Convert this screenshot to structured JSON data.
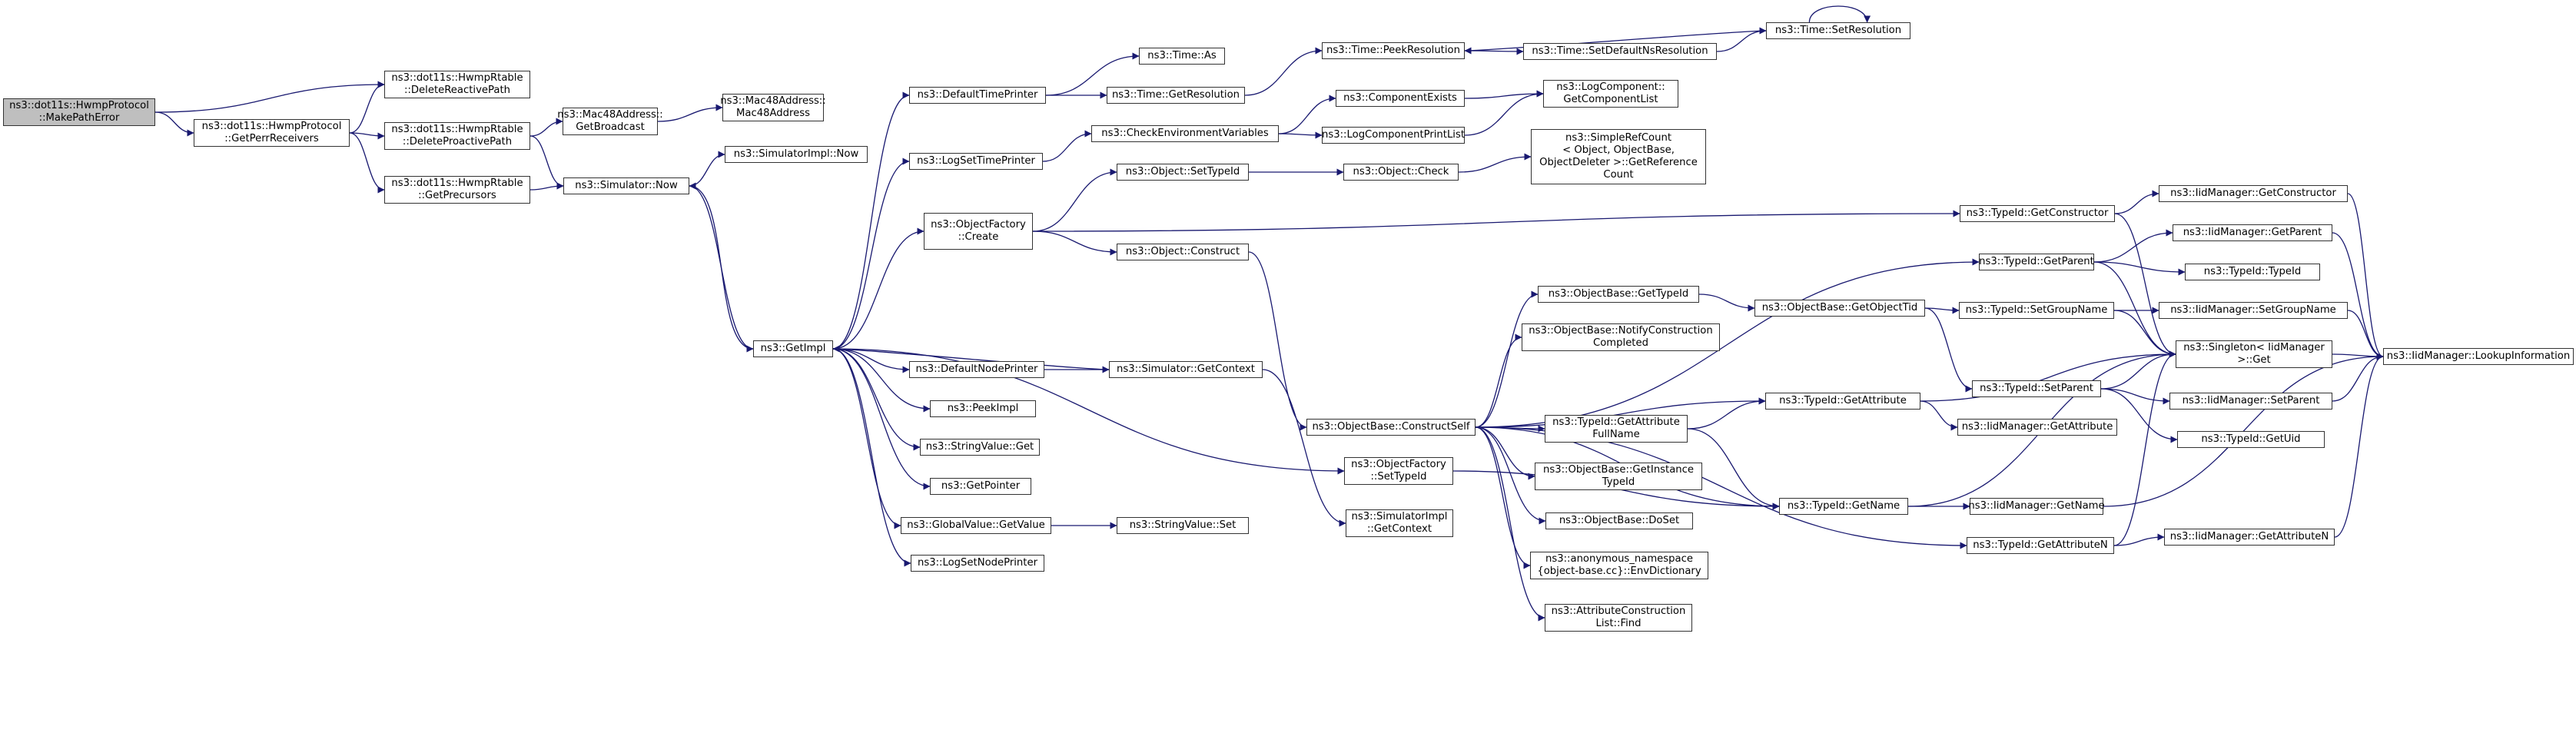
{
  "graph": {
    "title": "",
    "colors": {
      "edge": "#191970",
      "node_border": "#333333",
      "root_fill": "#bfbfbf",
      "node_fill": "#ffffff"
    },
    "nodes": [
      {
        "id": "root",
        "label": "ns3::dot11s::HwmpProtocol\n::MakePathError",
        "root": true
      },
      {
        "id": "delReactive",
        "label": "ns3::dot11s::HwmpRtable\n::DeleteReactivePath"
      },
      {
        "id": "getPerr",
        "label": "ns3::dot11s::HwmpProtocol\n::GetPerrReceivers"
      },
      {
        "id": "delProactive",
        "label": "ns3::dot11s::HwmpRtable\n::DeleteProactivePath"
      },
      {
        "id": "getPrecursors",
        "label": "ns3::dot11s::HwmpRtable\n::GetPrecursors"
      },
      {
        "id": "getBroadcast",
        "label": "ns3::Mac48Address::\nGetBroadcast"
      },
      {
        "id": "mac48ctor",
        "label": "ns3::Mac48Address::\nMac48Address"
      },
      {
        "id": "simNow",
        "label": "ns3::Simulator::Now"
      },
      {
        "id": "simImplNow",
        "label": "ns3::SimulatorImpl::Now"
      },
      {
        "id": "getImpl",
        "label": "ns3::GetImpl"
      },
      {
        "id": "defTimePrinter",
        "label": "ns3::DefaultTimePrinter"
      },
      {
        "id": "timeAs",
        "label": "ns3::Time::As"
      },
      {
        "id": "timeGetRes",
        "label": "ns3::Time::GetResolution"
      },
      {
        "id": "peekRes",
        "label": "ns3::Time::PeekResolution"
      },
      {
        "id": "setDefNsRes",
        "label": "ns3::Time::SetDefaultNsResolution"
      },
      {
        "id": "setRes",
        "label": "ns3::Time::SetResolution"
      },
      {
        "id": "logSetTimePrinter",
        "label": "ns3::LogSetTimePrinter"
      },
      {
        "id": "checkEnv",
        "label": "ns3::CheckEnvironmentVariables"
      },
      {
        "id": "compExists",
        "label": "ns3::ComponentExists"
      },
      {
        "id": "logCompPrintList",
        "label": "ns3::LogComponentPrintList"
      },
      {
        "id": "getCompList",
        "label": "ns3::LogComponent::\nGetComponentList"
      },
      {
        "id": "objSetTypeId",
        "label": "ns3::Object::SetTypeId"
      },
      {
        "id": "objCheck",
        "label": "ns3::Object::Check"
      },
      {
        "id": "simpleRef",
        "label": "ns3::SimpleRefCount\n< Object, ObjectBase,\nObjectDeleter >::GetReference\nCount"
      },
      {
        "id": "objFactoryCreate",
        "label": "ns3::ObjectFactory\n::Create"
      },
      {
        "id": "objConstruct",
        "label": "ns3::Object::Construct"
      },
      {
        "id": "defNodePrinter",
        "label": "ns3::DefaultNodePrinter"
      },
      {
        "id": "simGetContext",
        "label": "ns3::Simulator::GetContext"
      },
      {
        "id": "peekImpl",
        "label": "ns3::PeekImpl"
      },
      {
        "id": "stringValueGet",
        "label": "ns3::StringValue::Get"
      },
      {
        "id": "getPointer",
        "label": "ns3::GetPointer"
      },
      {
        "id": "globalValueGet",
        "label": "ns3::GlobalValue::GetValue"
      },
      {
        "id": "stringValueSet",
        "label": "ns3::StringValue::Set"
      },
      {
        "id": "logSetNodePrinter",
        "label": "ns3::LogSetNodePrinter"
      },
      {
        "id": "objFactorySetTypeId",
        "label": "ns3::ObjectFactory\n::SetTypeId"
      },
      {
        "id": "simImplGetContext",
        "label": "ns3::SimulatorImpl\n::GetContext"
      },
      {
        "id": "constructSelf",
        "label": "ns3::ObjectBase::ConstructSelf"
      },
      {
        "id": "objBaseGetTypeId",
        "label": "ns3::ObjectBase::GetTypeId"
      },
      {
        "id": "notifyConstruction",
        "label": "ns3::ObjectBase::NotifyConstruction\nCompleted"
      },
      {
        "id": "getObjectTid",
        "label": "ns3::ObjectBase::GetObjectTid"
      },
      {
        "id": "getAttrFullName",
        "label": "ns3::TypeId::GetAttribute\nFullName"
      },
      {
        "id": "getInstanceTypeId",
        "label": "ns3::ObjectBase::GetInstance\nTypeId"
      },
      {
        "id": "doSet",
        "label": "ns3::ObjectBase::DoSet"
      },
      {
        "id": "envDictionary",
        "label": "ns3::anonymous_namespace\n{object-base.cc}::EnvDictionary"
      },
      {
        "id": "attrConstrFind",
        "label": "ns3::AttributeConstruction\nList::Find"
      },
      {
        "id": "typeIdGetConstructor",
        "label": "ns3::TypeId::GetConstructor"
      },
      {
        "id": "iidGetConstructor",
        "label": "ns3::IidManager::GetConstructor"
      },
      {
        "id": "typeIdGetParent",
        "label": "ns3::TypeId::GetParent"
      },
      {
        "id": "iidGetParent",
        "label": "ns3::IidManager::GetParent"
      },
      {
        "id": "typeIdCtor",
        "label": "ns3::TypeId::TypeId"
      },
      {
        "id": "typeIdSetGroupName",
        "label": "ns3::TypeId::SetGroupName"
      },
      {
        "id": "iidSetGroupName",
        "label": "ns3::IidManager::SetGroupName"
      },
      {
        "id": "singletonGet",
        "label": "ns3::Singleton< IidManager\n>::Get"
      },
      {
        "id": "typeIdSetParent",
        "label": "ns3::TypeId::SetParent"
      },
      {
        "id": "iidSetParent",
        "label": "ns3::IidManager::SetParent"
      },
      {
        "id": "typeIdGetUid",
        "label": "ns3::TypeId::GetUid"
      },
      {
        "id": "typeIdGetAttribute",
        "label": "ns3::TypeId::GetAttribute"
      },
      {
        "id": "iidGetAttribute",
        "label": "ns3::IidManager::GetAttribute"
      },
      {
        "id": "typeIdGetName",
        "label": "ns3::TypeId::GetName"
      },
      {
        "id": "iidGetName",
        "label": "ns3::IidManager::GetName"
      },
      {
        "id": "typeIdGetAttributeN",
        "label": "ns3::TypeId::GetAttributeN"
      },
      {
        "id": "iidGetAttributeN",
        "label": "ns3::IidManager::GetAttributeN"
      },
      {
        "id": "lookupInfo",
        "label": "ns3::IidManager::LookupInformation"
      }
    ],
    "edges": [
      [
        "root",
        "delReactive"
      ],
      [
        "root",
        "getPerr"
      ],
      [
        "getPerr",
        "delReactive"
      ],
      [
        "getPerr",
        "delProactive"
      ],
      [
        "getPerr",
        "getPrecursors"
      ],
      [
        "delProactive",
        "getBroadcast"
      ],
      [
        "delProactive",
        "simNow"
      ],
      [
        "getPrecursors",
        "simNow"
      ],
      [
        "getBroadcast",
        "mac48ctor"
      ],
      [
        "simNow",
        "simImplNow"
      ],
      [
        "simNow",
        "getImpl"
      ],
      [
        "getImpl",
        "defTimePrinter"
      ],
      [
        "getImpl",
        "simNow"
      ],
      [
        "getImpl",
        "logSetTimePrinter"
      ],
      [
        "getImpl",
        "objFactoryCreate"
      ],
      [
        "getImpl",
        "objFactorySetTypeId"
      ],
      [
        "getImpl",
        "defNodePrinter"
      ],
      [
        "getImpl",
        "peekImpl"
      ],
      [
        "getImpl",
        "stringValueGet"
      ],
      [
        "getImpl",
        "getPointer"
      ],
      [
        "getImpl",
        "globalValueGet"
      ],
      [
        "getImpl",
        "logSetNodePrinter"
      ],
      [
        "defTimePrinter",
        "timeAs"
      ],
      [
        "defTimePrinter",
        "timeGetRes"
      ],
      [
        "timeGetRes",
        "peekRes"
      ],
      [
        "peekRes",
        "setDefNsRes"
      ],
      [
        "setDefNsRes",
        "setRes"
      ],
      [
        "setRes",
        "peekRes"
      ],
      [
        "setRes",
        "setRes"
      ],
      [
        "logSetTimePrinter",
        "checkEnv"
      ],
      [
        "checkEnv",
        "compExists"
      ],
      [
        "checkEnv",
        "logCompPrintList"
      ],
      [
        "compExists",
        "getCompList"
      ],
      [
        "logCompPrintList",
        "getCompList"
      ],
      [
        "objFactoryCreate",
        "objSetTypeId"
      ],
      [
        "objFactoryCreate",
        "typeIdGetConstructor"
      ],
      [
        "objFactoryCreate",
        "objConstruct"
      ],
      [
        "objSetTypeId",
        "objCheck"
      ],
      [
        "objCheck",
        "simpleRef"
      ],
      [
        "objConstruct",
        "constructSelf"
      ],
      [
        "defNodePrinter",
        "simGetContext"
      ],
      [
        "simGetContext",
        "getImpl"
      ],
      [
        "simGetContext",
        "simImplGetContext"
      ],
      [
        "globalValueGet",
        "stringValueSet"
      ],
      [
        "objFactorySetTypeId",
        "typeIdGetName"
      ],
      [
        "constructSelf",
        "objBaseGetTypeId"
      ],
      [
        "constructSelf",
        "notifyConstruction"
      ],
      [
        "constructSelf",
        "getAttrFullName"
      ],
      [
        "constructSelf",
        "getInstanceTypeId"
      ],
      [
        "constructSelf",
        "doSet"
      ],
      [
        "constructSelf",
        "envDictionary"
      ],
      [
        "constructSelf",
        "attrConstrFind"
      ],
      [
        "constructSelf",
        "typeIdGetParent"
      ],
      [
        "constructSelf",
        "typeIdGetAttribute"
      ],
      [
        "constructSelf",
        "typeIdGetName"
      ],
      [
        "constructSelf",
        "typeIdGetAttributeN"
      ],
      [
        "objBaseGetTypeId",
        "getObjectTid"
      ],
      [
        "getObjectTid",
        "typeIdSetGroupName"
      ],
      [
        "getObjectTid",
        "typeIdSetParent"
      ],
      [
        "getAttrFullName",
        "typeIdGetAttribute"
      ],
      [
        "getAttrFullName",
        "typeIdGetName"
      ],
      [
        "typeIdGetConstructor",
        "iidGetConstructor"
      ],
      [
        "typeIdGetConstructor",
        "singletonGet"
      ],
      [
        "typeIdGetParent",
        "iidGetParent"
      ],
      [
        "typeIdGetParent",
        "typeIdCtor"
      ],
      [
        "typeIdGetParent",
        "singletonGet"
      ],
      [
        "typeIdSetGroupName",
        "iidSetGroupName"
      ],
      [
        "typeIdSetGroupName",
        "singletonGet"
      ],
      [
        "typeIdSetParent",
        "iidSetParent"
      ],
      [
        "typeIdSetParent",
        "typeIdGetUid"
      ],
      [
        "typeIdSetParent",
        "singletonGet"
      ],
      [
        "typeIdGetAttribute",
        "iidGetAttribute"
      ],
      [
        "typeIdGetAttribute",
        "singletonGet"
      ],
      [
        "typeIdGetName",
        "iidGetName"
      ],
      [
        "typeIdGetName",
        "singletonGet"
      ],
      [
        "typeIdGetAttributeN",
        "iidGetAttributeN"
      ],
      [
        "typeIdGetAttributeN",
        "singletonGet"
      ],
      [
        "iidGetConstructor",
        "lookupInfo"
      ],
      [
        "iidGetParent",
        "lookupInfo"
      ],
      [
        "iidSetGroupName",
        "lookupInfo"
      ],
      [
        "iidSetParent",
        "lookupInfo"
      ],
      [
        "iidGetName",
        "lookupInfo"
      ],
      [
        "iidGetAttributeN",
        "lookupInfo"
      ],
      [
        "singletonGet",
        "lookupInfo"
      ]
    ]
  }
}
